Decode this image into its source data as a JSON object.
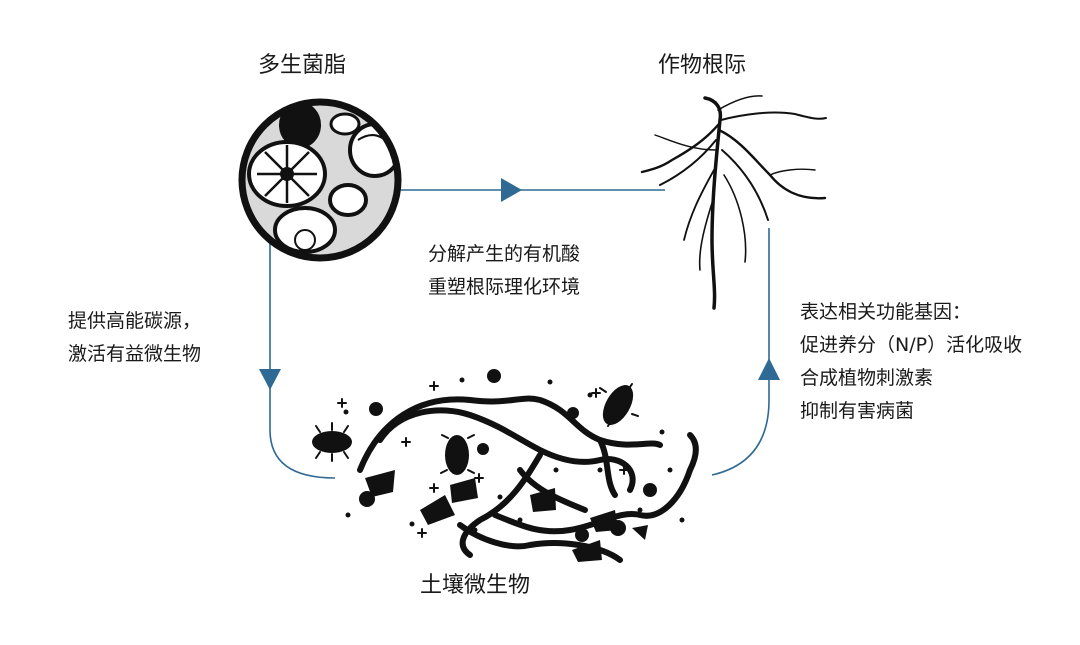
{
  "nodes": {
    "polysaccharide": {
      "label": "多生菌脂"
    },
    "root": {
      "label": "作物根际"
    },
    "microbes": {
      "label": "土壤微生物"
    }
  },
  "edges": {
    "top": {
      "lines": [
        "分解产生的有机酸",
        "重塑根际理化环境"
      ]
    },
    "left": {
      "lines": [
        "提供高能碳源，",
        "激活有益微生物"
      ]
    },
    "right": {
      "lines": [
        "表达相关功能基因：",
        "促进养分（N/P）活化吸收",
        "合成植物刺激素",
        "抑制有害病菌"
      ]
    }
  },
  "colors": {
    "arrow": "#2f6a94",
    "ink": "#111111",
    "text": "#1a1a1a"
  }
}
